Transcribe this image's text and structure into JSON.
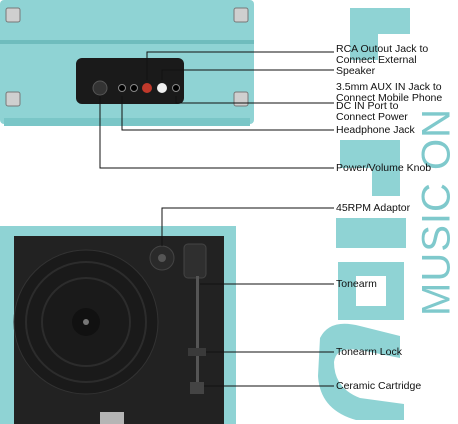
{
  "callouts": {
    "rca_jack": [
      "RCA Outout Jack to",
      "Connect External",
      "Speaker"
    ],
    "aux_in": [
      "3.5mm AUX IN Jack to",
      "Connect Mobile Phone"
    ],
    "dc_in": [
      "DC IN Port to",
      "Connect Power"
    ],
    "headphone": [
      "Headphone Jack"
    ],
    "power_knob": [
      "Power/Volume Knob"
    ],
    "adaptor": [
      "45RPM Adaptor"
    ],
    "tonearm": [
      "Tonearm"
    ],
    "tonearm_lock": [
      "Tonearm Lock"
    ],
    "cartridge": [
      "Ceramic Cartridge"
    ]
  },
  "brand": {
    "word": "MUSIC ON"
  },
  "colors": {
    "case": "#8fd3d4",
    "case_dark": "#6fbcbd",
    "brand": "#7fc9cc",
    "deck": "#1e1e1e",
    "line": "#111111"
  }
}
